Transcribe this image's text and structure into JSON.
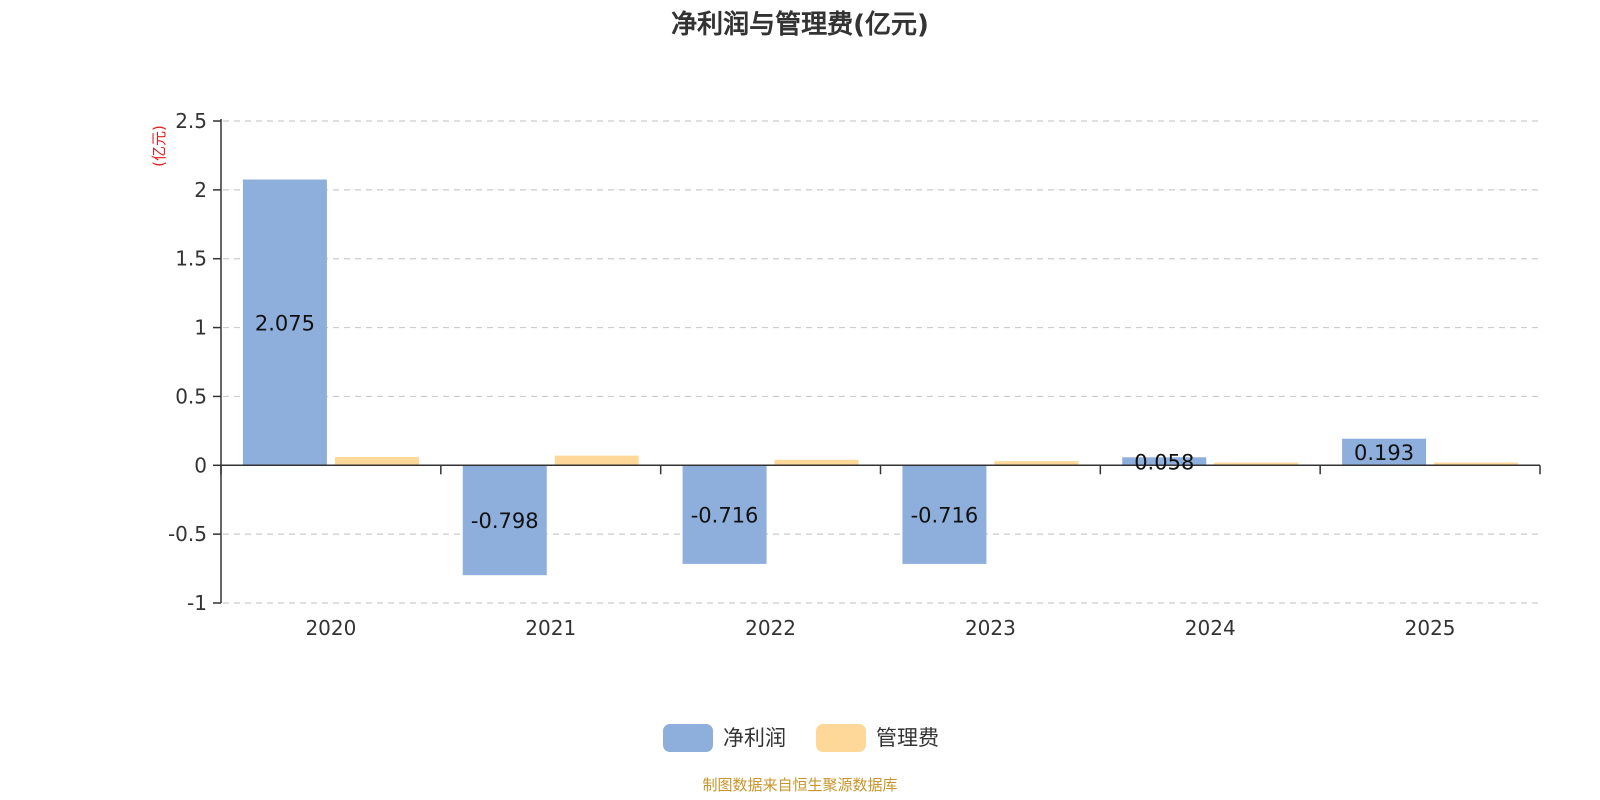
{
  "chart_data": {
    "type": "bar",
    "title": "净利润与管理费(亿元)",
    "ylabel": "(亿元)",
    "categories": [
      "2020",
      "2021",
      "2022",
      "2023",
      "2024",
      "2025"
    ],
    "series": [
      {
        "name": "净利润",
        "color": "#8eaedb",
        "values": [
          2.075,
          -0.798,
          -0.716,
          -0.716,
          0.058,
          0.193
        ],
        "labels": [
          "2.075",
          "-0.798",
          "-0.716",
          "-0.716",
          "0.058",
          "0.193"
        ]
      },
      {
        "name": "管理费",
        "color": "#fdd898",
        "values": [
          0.06,
          0.07,
          0.04,
          0.03,
          0.02,
          0.02
        ]
      }
    ],
    "ylim": [
      -1,
      2.5
    ],
    "yticks": [
      2.5,
      2,
      1.5,
      1,
      0.5,
      0,
      -0.5,
      -1
    ],
    "grid": true,
    "legend_position": "bottom-center"
  },
  "footer": {
    "source": "制图数据来自恒生聚源数据库"
  }
}
